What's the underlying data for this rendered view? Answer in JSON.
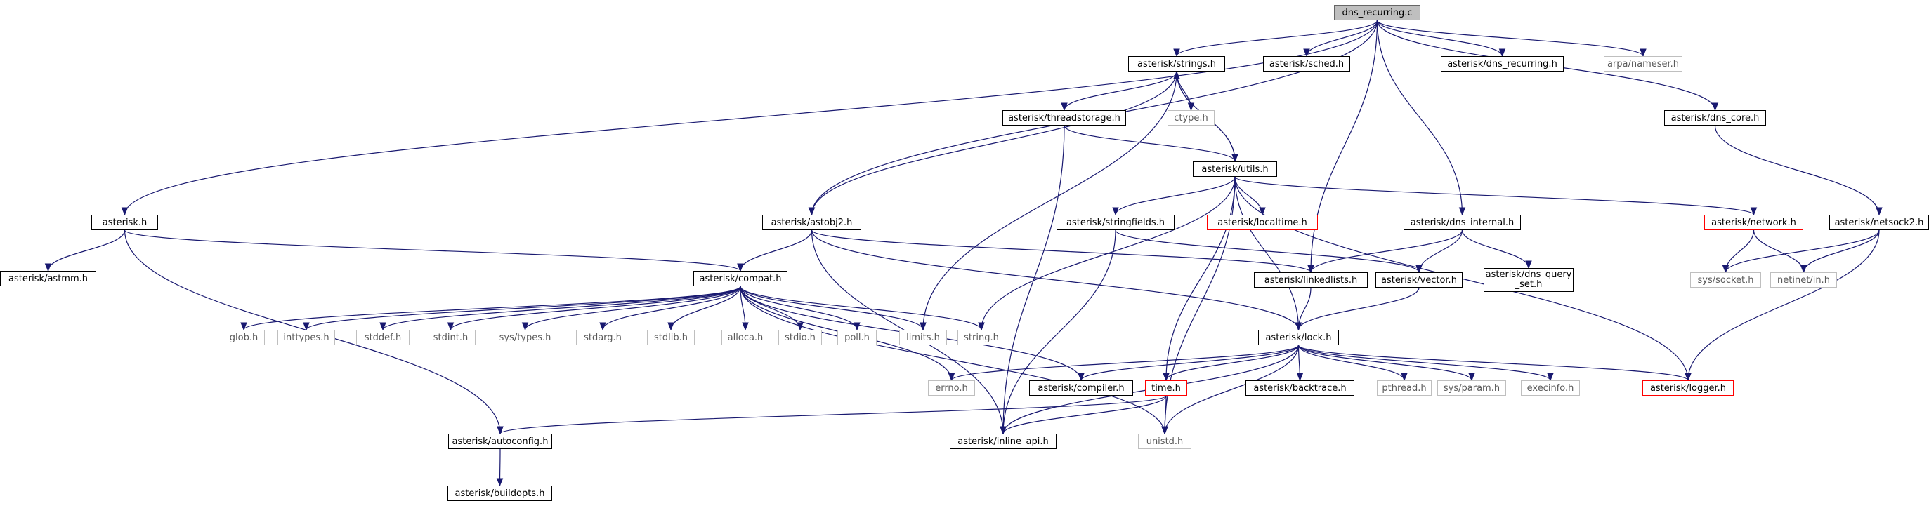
{
  "diagram": {
    "colors": {
      "edge": "#191970",
      "documented_border": "#000000",
      "external_border": "#bfbfbf",
      "truncated_border": "#ff0000",
      "root_fill": "#bfbfbf"
    },
    "nodes": [
      {
        "id": "dns_recurring_c",
        "label": "dns_recurring.c",
        "kind": "root"
      },
      {
        "id": "strings_h",
        "label": "asterisk/strings.h",
        "kind": "doc"
      },
      {
        "id": "sched_h",
        "label": "asterisk/sched.h",
        "kind": "doc"
      },
      {
        "id": "dns_recurring_h",
        "label": "asterisk/dns_recurring.h",
        "kind": "doc"
      },
      {
        "id": "nameser_h",
        "label": "arpa/nameser.h",
        "kind": "ext"
      },
      {
        "id": "ctype_h",
        "label": "ctype.h",
        "kind": "ext"
      },
      {
        "id": "threadstorage_h",
        "label": "asterisk/threadstorage.h",
        "kind": "doc"
      },
      {
        "id": "dns_core_h",
        "label": "asterisk/dns_core.h",
        "kind": "doc"
      },
      {
        "id": "utils_h",
        "label": "asterisk/utils.h",
        "kind": "doc"
      },
      {
        "id": "asterisk_h",
        "label": "asterisk.h",
        "kind": "doc"
      },
      {
        "id": "astobj2_h",
        "label": "asterisk/astobj2.h",
        "kind": "doc"
      },
      {
        "id": "stringfields_h",
        "label": "asterisk/stringfields.h",
        "kind": "doc"
      },
      {
        "id": "localtime_h",
        "label": "asterisk/localtime.h",
        "kind": "red"
      },
      {
        "id": "dns_internal_h",
        "label": "asterisk/dns_internal.h",
        "kind": "doc"
      },
      {
        "id": "network_h",
        "label": "asterisk/network.h",
        "kind": "red"
      },
      {
        "id": "netsock2_h",
        "label": "asterisk/netsock2.h",
        "kind": "doc"
      },
      {
        "id": "astmm_h",
        "label": "asterisk/astmm.h",
        "kind": "doc"
      },
      {
        "id": "compat_h",
        "label": "asterisk/compat.h",
        "kind": "doc"
      },
      {
        "id": "linkedlists_h",
        "label": "asterisk/linkedlists.h",
        "kind": "doc"
      },
      {
        "id": "vector_h",
        "label": "asterisk/vector.h",
        "kind": "doc"
      },
      {
        "id": "dns_query_set_h",
        "label": "asterisk/dns_query\n_set.h",
        "kind": "doc"
      },
      {
        "id": "sys_socket_h",
        "label": "sys/socket.h",
        "kind": "ext"
      },
      {
        "id": "netinet_in_h",
        "label": "netinet/in.h",
        "kind": "ext"
      },
      {
        "id": "glob_h",
        "label": "glob.h",
        "kind": "ext"
      },
      {
        "id": "inttypes_h",
        "label": "inttypes.h",
        "kind": "ext"
      },
      {
        "id": "stddef_h",
        "label": "stddef.h",
        "kind": "ext"
      },
      {
        "id": "stdint_h",
        "label": "stdint.h",
        "kind": "ext"
      },
      {
        "id": "sys_types_h",
        "label": "sys/types.h",
        "kind": "ext"
      },
      {
        "id": "stdarg_h",
        "label": "stdarg.h",
        "kind": "ext"
      },
      {
        "id": "stdlib_h",
        "label": "stdlib.h",
        "kind": "ext"
      },
      {
        "id": "alloca_h",
        "label": "alloca.h",
        "kind": "ext"
      },
      {
        "id": "stdio_h",
        "label": "stdio.h",
        "kind": "ext"
      },
      {
        "id": "poll_h",
        "label": "poll.h",
        "kind": "ext"
      },
      {
        "id": "limits_h",
        "label": "limits.h",
        "kind": "ext"
      },
      {
        "id": "string_h",
        "label": "string.h",
        "kind": "ext"
      },
      {
        "id": "lock_h",
        "label": "asterisk/lock.h",
        "kind": "doc"
      },
      {
        "id": "errno_h",
        "label": "errno.h",
        "kind": "ext"
      },
      {
        "id": "compiler_h",
        "label": "asterisk/compiler.h",
        "kind": "doc"
      },
      {
        "id": "time_h",
        "label": "time.h",
        "kind": "red"
      },
      {
        "id": "backtrace_h",
        "label": "asterisk/backtrace.h",
        "kind": "doc"
      },
      {
        "id": "pthread_h",
        "label": "pthread.h",
        "kind": "ext"
      },
      {
        "id": "sys_param_h",
        "label": "sys/param.h",
        "kind": "ext"
      },
      {
        "id": "execinfo_h",
        "label": "execinfo.h",
        "kind": "ext"
      },
      {
        "id": "logger_h",
        "label": "asterisk/logger.h",
        "kind": "red"
      },
      {
        "id": "autoconfig_h",
        "label": "asterisk/autoconfig.h",
        "kind": "doc"
      },
      {
        "id": "inline_api_h",
        "label": "asterisk/inline_api.h",
        "kind": "doc"
      },
      {
        "id": "unistd_h",
        "label": "unistd.h",
        "kind": "ext"
      },
      {
        "id": "buildopts_h",
        "label": "asterisk/buildopts.h",
        "kind": "doc"
      }
    ],
    "edges": [
      [
        "dns_recurring_c",
        "strings_h"
      ],
      [
        "dns_recurring_c",
        "sched_h"
      ],
      [
        "dns_recurring_c",
        "dns_recurring_h"
      ],
      [
        "dns_recurring_c",
        "nameser_h"
      ],
      [
        "dns_recurring_c",
        "dns_core_h"
      ],
      [
        "dns_recurring_c",
        "asterisk_h"
      ],
      [
        "dns_recurring_c",
        "astobj2_h"
      ],
      [
        "dns_recurring_c",
        "dns_internal_h"
      ],
      [
        "dns_recurring_c",
        "linkedlists_h"
      ],
      [
        "strings_h",
        "ctype_h"
      ],
      [
        "strings_h",
        "threadstorage_h"
      ],
      [
        "strings_h",
        "utils_h"
      ],
      [
        "strings_h",
        "astobj2_h"
      ],
      [
        "strings_h",
        "limits_h"
      ],
      [
        "threadstorage_h",
        "utils_h"
      ],
      [
        "threadstorage_h",
        "inline_api_h"
      ],
      [
        "utils_h",
        "strings_h"
      ],
      [
        "utils_h",
        "stringfields_h"
      ],
      [
        "utils_h",
        "localtime_h"
      ],
      [
        "utils_h",
        "network_h"
      ],
      [
        "utils_h",
        "string_h"
      ],
      [
        "utils_h",
        "lock_h"
      ],
      [
        "utils_h",
        "time_h"
      ],
      [
        "utils_h",
        "logger_h"
      ],
      [
        "utils_h",
        "unistd_h"
      ],
      [
        "dns_core_h",
        "netsock2_h"
      ],
      [
        "asterisk_h",
        "astmm_h"
      ],
      [
        "asterisk_h",
        "compat_h"
      ],
      [
        "asterisk_h",
        "autoconfig_h"
      ],
      [
        "astobj2_h",
        "compat_h"
      ],
      [
        "astobj2_h",
        "linkedlists_h"
      ],
      [
        "astobj2_h",
        "lock_h"
      ],
      [
        "astobj2_h",
        "inline_api_h"
      ],
      [
        "stringfields_h",
        "vector_h"
      ],
      [
        "stringfields_h",
        "inline_api_h"
      ],
      [
        "dns_internal_h",
        "linkedlists_h"
      ],
      [
        "dns_internal_h",
        "vector_h"
      ],
      [
        "dns_internal_h",
        "dns_query_set_h"
      ],
      [
        "network_h",
        "sys_socket_h"
      ],
      [
        "network_h",
        "netinet_in_h"
      ],
      [
        "netsock2_h",
        "sys_socket_h"
      ],
      [
        "netsock2_h",
        "netinet_in_h"
      ],
      [
        "netsock2_h",
        "logger_h"
      ],
      [
        "compat_h",
        "glob_h"
      ],
      [
        "compat_h",
        "inttypes_h"
      ],
      [
        "compat_h",
        "stddef_h"
      ],
      [
        "compat_h",
        "stdint_h"
      ],
      [
        "compat_h",
        "sys_types_h"
      ],
      [
        "compat_h",
        "stdarg_h"
      ],
      [
        "compat_h",
        "stdlib_h"
      ],
      [
        "compat_h",
        "alloca_h"
      ],
      [
        "compat_h",
        "stdio_h"
      ],
      [
        "compat_h",
        "poll_h"
      ],
      [
        "compat_h",
        "limits_h"
      ],
      [
        "compat_h",
        "string_h"
      ],
      [
        "compat_h",
        "errno_h"
      ],
      [
        "compat_h",
        "compiler_h"
      ],
      [
        "compat_h",
        "unistd_h"
      ],
      [
        "linkedlists_h",
        "lock_h"
      ],
      [
        "vector_h",
        "lock_h"
      ],
      [
        "lock_h",
        "errno_h"
      ],
      [
        "lock_h",
        "compiler_h"
      ],
      [
        "lock_h",
        "time_h"
      ],
      [
        "lock_h",
        "backtrace_h"
      ],
      [
        "lock_h",
        "pthread_h"
      ],
      [
        "lock_h",
        "sys_param_h"
      ],
      [
        "lock_h",
        "execinfo_h"
      ],
      [
        "lock_h",
        "logger_h"
      ],
      [
        "lock_h",
        "inline_api_h"
      ],
      [
        "lock_h",
        "unistd_h"
      ],
      [
        "time_h",
        "autoconfig_h"
      ],
      [
        "time_h",
        "inline_api_h"
      ],
      [
        "time_h",
        "unistd_h"
      ],
      [
        "autoconfig_h",
        "buildopts_h"
      ]
    ]
  }
}
